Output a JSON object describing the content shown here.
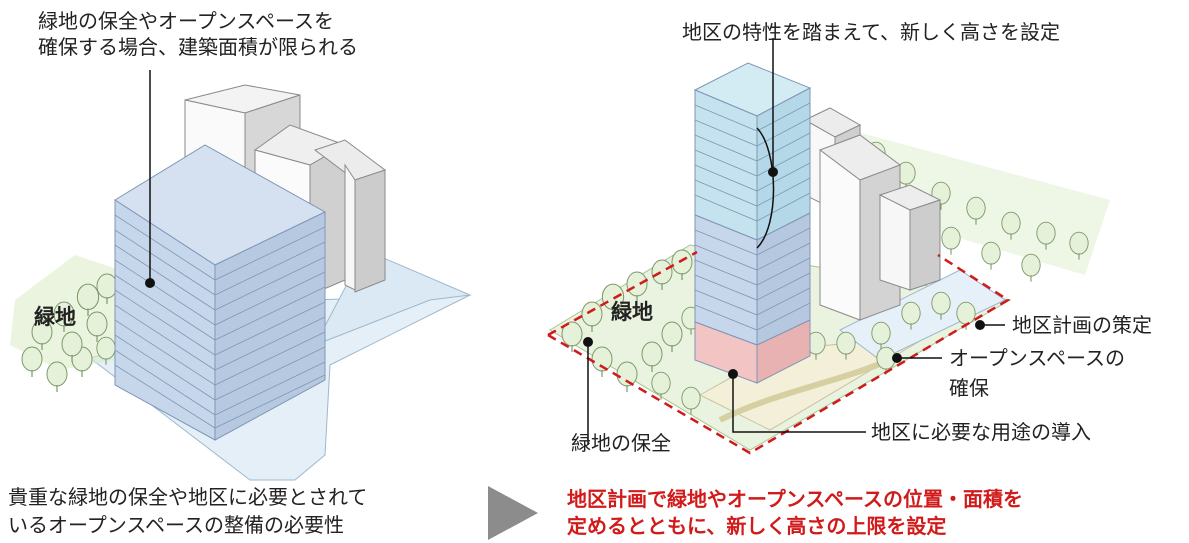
{
  "left_panel": {
    "caption_top": [
      "緑地の保全やオープンスペースを",
      "確保する場合、建築面積が限られる"
    ],
    "green_label": "緑地",
    "caption_bottom": [
      "貴重な緑地の保全や地区に必要とされて",
      "いるオープンスペースの整備の必要性"
    ]
  },
  "right_panel": {
    "caption_top": "地区の特性を踏まえて、新しく高さを設定",
    "green_label": "緑地",
    "callouts": {
      "district_plan": "地区計画の策定",
      "open_space": [
        "オープンスペースの",
        "確保"
      ],
      "required_use": "地区に必要な用途の導入",
      "green_conservation": "緑地の保全"
    },
    "caption_bottom": [
      "地区計画で緑地やオープンスペースの位置・面積を",
      "定めるとともに、新しく高さの上限を設定"
    ]
  },
  "colors": {
    "accent_red": "#d11a1a",
    "tower_blue": "#c3d3e8",
    "tower_top_cyan": "#bfe0ee",
    "tower_base_pink": "#f0b8b8",
    "green": "#cfe6b6",
    "arrow_gray": "#8c8c8c"
  }
}
